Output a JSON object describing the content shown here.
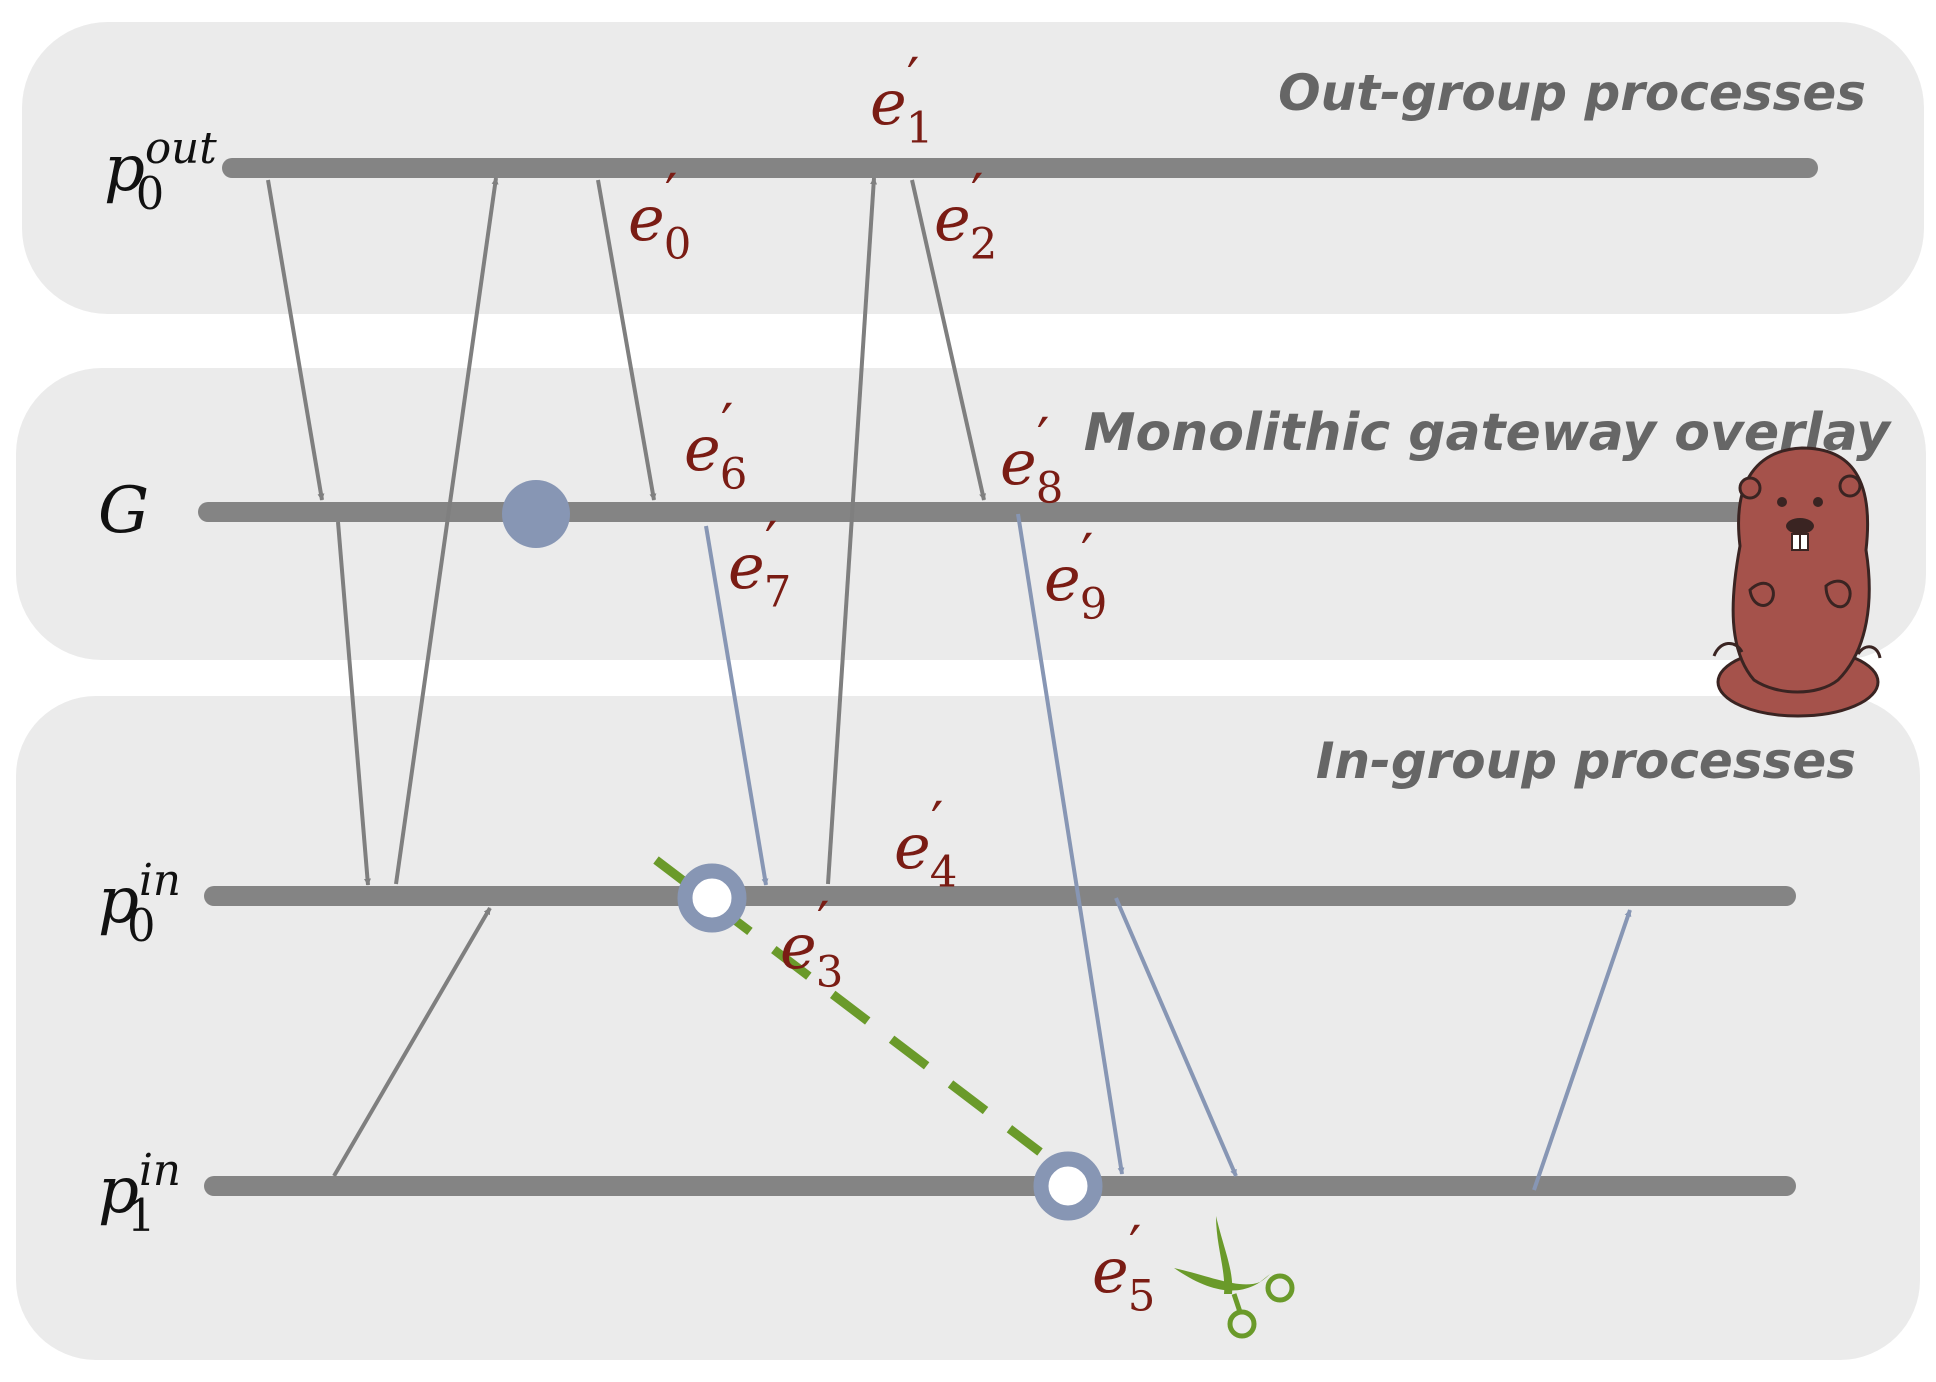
{
  "diagram": {
    "groups": [
      {
        "id": "out",
        "title": "Out-group processes"
      },
      {
        "id": "gw",
        "title": "Monolithic gateway overlay"
      },
      {
        "id": "in",
        "title": "In-group processes"
      }
    ],
    "processes": [
      {
        "id": "p0out",
        "base": "p",
        "sub": "0",
        "sup": "out"
      },
      {
        "id": "G",
        "base": "G",
        "sub": "",
        "sup": ""
      },
      {
        "id": "p0in",
        "base": "p",
        "sub": "0",
        "sup": "in"
      },
      {
        "id": "p1in",
        "base": "p",
        "sub": "1",
        "sup": "in"
      }
    ],
    "events": [
      {
        "id": "e0",
        "base": "e",
        "prime": "′",
        "sub": "0"
      },
      {
        "id": "e1",
        "base": "e",
        "prime": "′",
        "sub": "1"
      },
      {
        "id": "e2",
        "base": "e",
        "prime": "′",
        "sub": "2"
      },
      {
        "id": "e3",
        "base": "e",
        "prime": "′",
        "sub": "3"
      },
      {
        "id": "e4",
        "base": "e",
        "prime": "′",
        "sub": "4"
      },
      {
        "id": "e5",
        "base": "e",
        "prime": "′",
        "sub": "5"
      },
      {
        "id": "e6",
        "base": "e",
        "prime": "′",
        "sub": "6"
      },
      {
        "id": "e7",
        "base": "e",
        "prime": "′",
        "sub": "7"
      },
      {
        "id": "e8",
        "base": "e",
        "prime": "′",
        "sub": "8"
      },
      {
        "id": "e9",
        "base": "e",
        "prime": "′",
        "sub": "9"
      }
    ],
    "colors": {
      "panel": "#ebebeb",
      "timeline": "#848484",
      "message_gray": "#7f7f7f",
      "message_blue": "#8796b4",
      "event_label": "#7a1c14",
      "cut": "#6a9a2a",
      "title": "#666666",
      "beaver_body": "#a5524b",
      "beaver_outline": "#3a2422"
    },
    "icons": [
      "scissors-icon",
      "beaver-mascot"
    ]
  }
}
